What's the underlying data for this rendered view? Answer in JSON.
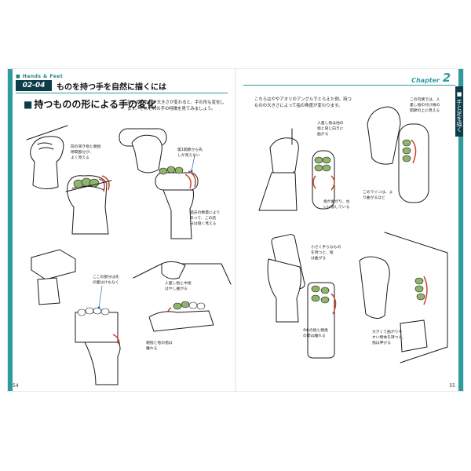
{
  "header": {
    "section_tag": "■ Hands & Feet",
    "section_id": "02-04",
    "title": "ものを持つ手を自然に描くには",
    "chapter_label": "Chapter",
    "chapter_number": "2",
    "chapter_tab": "■ 手と足を描く"
  },
  "left_page": {
    "subheading_mark": "■",
    "subheading": "持つものの形による手の変化",
    "intro": [
      "持つものの形や大きさが変わると、手の形も変化し",
      "ます。それぞれの手の特徴を見てみましょう。"
    ],
    "callouts": {
      "a": [
        "前の突き指と親指",
        "隙間部分が、",
        "よく見える"
      ],
      "b": [
        "第1関節から先",
        "しか見えない"
      ],
      "c": [
        "過去の数量により",
        "あって、この話",
        "分は短く見える"
      ],
      "d": [
        "ここの部分は先",
        "の面はけもなく"
      ],
      "e": [
        "人差し指と中指",
        "はやし曲がる"
      ],
      "f": [
        "親指と他の指は",
        "離れる"
      ]
    },
    "page_number": "54"
  },
  "right_page": {
    "intro": [
      "こちらはややアオリのアングルでとらえた例。持つ",
      "ものの大きさによって指の角度が変わります。"
    ],
    "callouts": {
      "a": [
        "人差し指は他の",
        "指と同じ向きに",
        "曲がる"
      ],
      "b": [
        "指が曲がり、左",
        "いに揃している"
      ],
      "c": [
        "この内側では、人",
        "差し指の付け根の",
        "関節の上に見える"
      ],
      "d": [
        "このラインは、よ",
        "り曲がるほど"
      ],
      "e": [
        "小さく手らなもの",
        "を持つと、指",
        "は曲がる"
      ],
      "f": [
        "4本の指と親指",
        "の間は離れる"
      ],
      "g": [
        "大きくて曲がりや",
        "すい物体を持つと、",
        "指は伸びる"
      ]
    },
    "page_number": "55"
  },
  "colors": {
    "accent": "#2e9c9c",
    "dark": "#0d3d4a",
    "leader": "#1f6fb2",
    "finger_green": "#8fb56b",
    "finger_red": "#c8452f"
  }
}
